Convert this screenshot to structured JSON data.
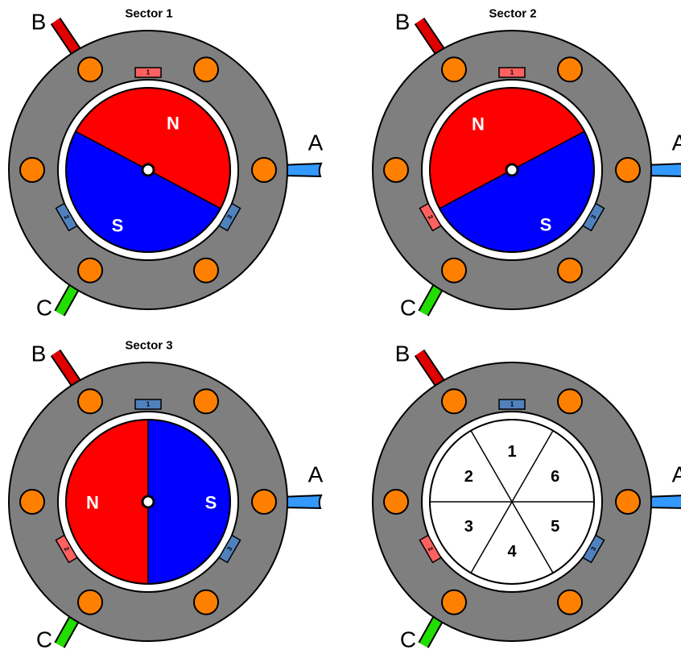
{
  "colors": {
    "stator": "#7f7f7f",
    "outline": "#000000",
    "airgap": "#ffffff",
    "north": "#ff0000",
    "south": "#0000ff",
    "winding": "#ff8000",
    "sensor_active": "#ff6060",
    "sensor_inactive": "#4f81bd",
    "lead_a": "#3399ff",
    "lead_b": "#e00000",
    "lead_c": "#22dd00"
  },
  "phase_labels": {
    "a": "A",
    "b": "B",
    "c": "C"
  },
  "sensor_labels": [
    "1",
    "2",
    "3"
  ],
  "panels": [
    {
      "caption": "Sector 1",
      "north": "N",
      "south": "S",
      "sensors": [
        "active",
        "inactive",
        "inactive"
      ]
    },
    {
      "caption": "Sector 2",
      "north": "N",
      "south": "S",
      "sensors": [
        "active",
        "active",
        "inactive"
      ]
    },
    {
      "caption": "Sector 3",
      "north": "N",
      "south": "S",
      "sensors": [
        "inactive",
        "active",
        "inactive"
      ]
    },
    {
      "caption": "",
      "sensors": [
        "inactive",
        "active",
        "inactive"
      ],
      "sector_numbers": [
        "1",
        "2",
        "3",
        "4",
        "5",
        "6"
      ]
    }
  ]
}
